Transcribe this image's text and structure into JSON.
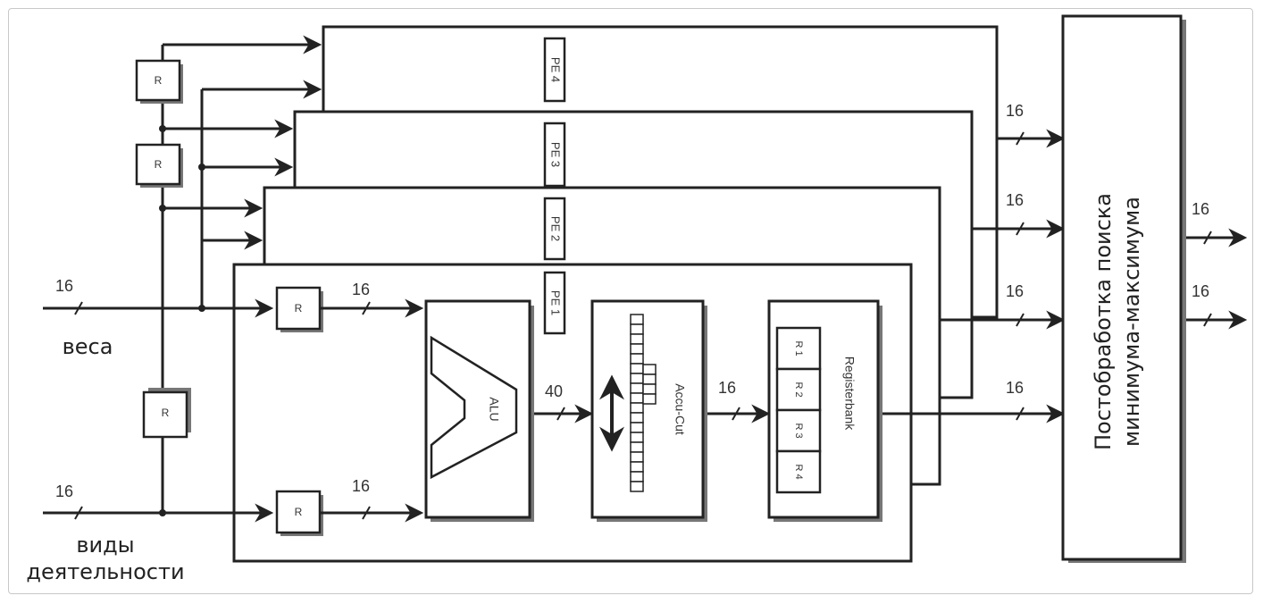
{
  "inputs": {
    "weights_label": "веса",
    "activity_label_line1": "виды",
    "activity_label_line2": "деятельности"
  },
  "postprocessing": {
    "line1": "Постобработка поиска",
    "line2": "минимума-максимума"
  },
  "pe_labels": [
    "PE 4",
    "PE 3",
    "PE 2",
    "PE 1"
  ],
  "register_labels": [
    "R",
    "R",
    "R",
    "R"
  ],
  "units": {
    "alu": "ALU",
    "accu_cut": "Accu-Cut",
    "registerbank": "Registerbank",
    "register_cells": [
      "R 1",
      "R 2",
      "R 3",
      "R 4"
    ]
  },
  "bus_widths": {
    "weights_in": "16",
    "activity_in": "16",
    "reg_to_alu_top": "16",
    "reg_to_alu_bottom": "16",
    "alu_out": "40",
    "accu_out": "16",
    "pe4_out": "16",
    "pe3_out": "16",
    "pe2_out": "16",
    "pe1_out": "16",
    "final_out_1": "16",
    "final_out_2": "16"
  },
  "colors": {
    "line": "#222222",
    "shadow": "#777777",
    "frame": "#c8c8c8"
  }
}
